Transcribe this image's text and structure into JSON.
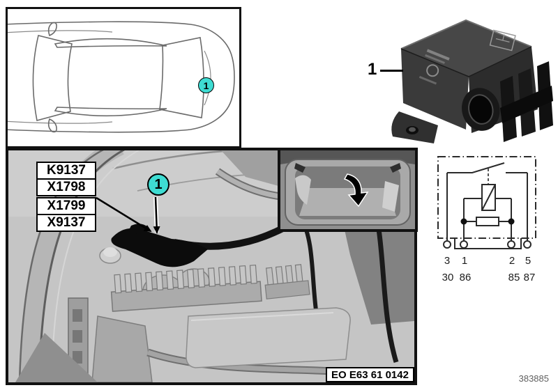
{
  "diagram": {
    "hotspot_label": "1",
    "component_labels": [
      "K9137",
      "X1798",
      "X1799",
      "X9137"
    ],
    "schematic": {
      "terminal_numbers": [
        "3",
        "1",
        "2",
        "5"
      ],
      "din_numbers": [
        "30",
        "86",
        "85",
        "87"
      ]
    },
    "eo_code": "EO E63 61 0142",
    "footer_number": "383885"
  },
  "colors": {
    "hotspot_fill": "#3EDCD2",
    "panel_border": "#111111",
    "scene_bg": "#C5C5C5"
  }
}
